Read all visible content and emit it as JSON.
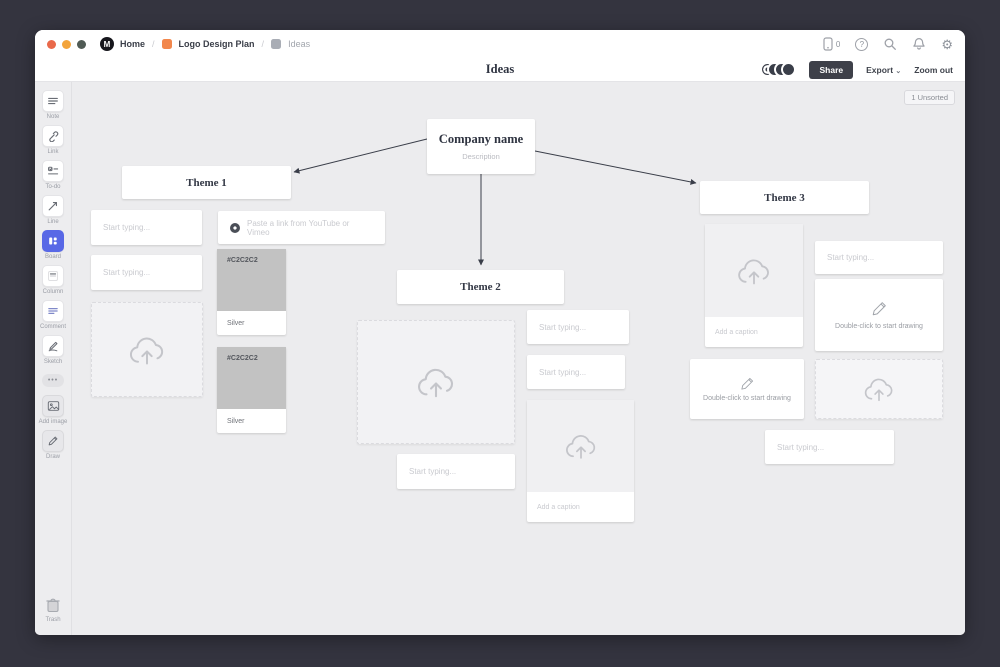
{
  "titlebar": {
    "home": "Home",
    "board_name": "Logo Design Plan",
    "page_name": "Ideas",
    "separator": "/",
    "device_count": "0",
    "help_glyph": "?"
  },
  "header": {
    "title": "Ideas",
    "share_label": "Share",
    "export_label": "Export",
    "export_chevron": "⌄",
    "zoom_out_label": "Zoom out"
  },
  "sidebar": {
    "tools": [
      {
        "label": "Note"
      },
      {
        "label": "Link"
      },
      {
        "label": "To-do"
      },
      {
        "label": "Line"
      },
      {
        "label": "Board"
      },
      {
        "label": "Column"
      },
      {
        "label": "Comment"
      },
      {
        "label": "Sketch"
      }
    ],
    "more_label": "•••",
    "add_image_label": "Add image",
    "draw_label": "Draw",
    "trash_label": "Trash"
  },
  "canvas": {
    "unsorted_badge": "1 Unsorted",
    "company_title": "Company name",
    "company_subtitle": "Description",
    "theme1": "Theme 1",
    "theme2": "Theme 2",
    "theme3": "Theme 3",
    "note_placeholder": "Start typing...",
    "link_placeholder": "Paste a link from YouTube or Vimeo",
    "caption_placeholder": "Add a caption",
    "draw_placeholder": "Double-click to start drawing",
    "swatch_hex": "#C2C2C2",
    "swatch_name": "Silver"
  },
  "colors": {
    "accent_blue": "#5868E6",
    "swatch_color": "#C2C2C2",
    "share_button_bg": "#3E4049",
    "traffic_red": "#E9694A",
    "traffic_yellow": "#F3A43B",
    "traffic_gray": "#505B55",
    "arrow_color": "#3A3E49"
  }
}
